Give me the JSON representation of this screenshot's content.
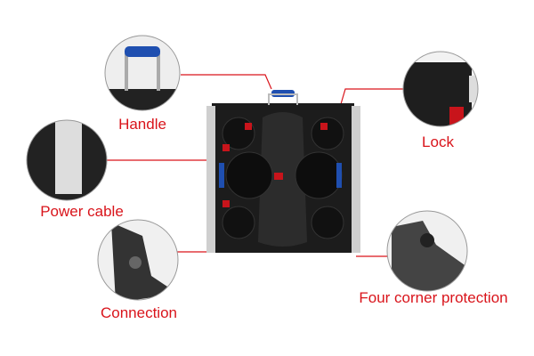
{
  "colors": {
    "accent": "#d9141b",
    "panel": "#1c1c1c",
    "handle": "#1f4fb0"
  },
  "callouts": [
    {
      "id": "handle",
      "label": "Handle"
    },
    {
      "id": "lock",
      "label": "Lock"
    },
    {
      "id": "power-cable",
      "label": "Power cable"
    },
    {
      "id": "connection",
      "label": "Connection"
    },
    {
      "id": "corner",
      "label": "Four corner protection"
    }
  ]
}
